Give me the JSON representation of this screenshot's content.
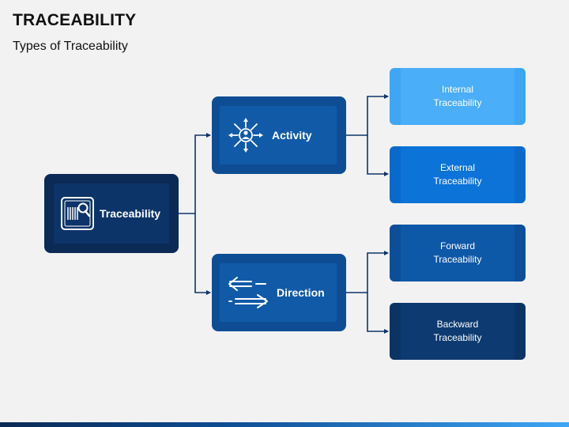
{
  "header": {
    "title": "TRACEABILITY",
    "subtitle": "Types of Traceability"
  },
  "root": {
    "label": "Traceability",
    "icon": "barcode-scan-icon"
  },
  "branches": [
    {
      "label": "Activity",
      "icon": "people-network-icon",
      "children": [
        {
          "line1": "Internal",
          "line2": "Traceability"
        },
        {
          "line1": "External",
          "line2": "Traceability"
        }
      ]
    },
    {
      "label": "Direction",
      "icon": "bidirectional-arrows-icon",
      "children": [
        {
          "line1": "Forward",
          "line2": "Traceability"
        },
        {
          "line1": "Backward",
          "line2": "Traceability"
        }
      ]
    }
  ],
  "colors": {
    "connector": "#0d3469",
    "root": "#0b2a55",
    "branch": "#0e4d94",
    "internal": "#3ea6f5",
    "external": "#0a6acb",
    "forward": "#0c4f98",
    "backward": "#0b3465"
  }
}
